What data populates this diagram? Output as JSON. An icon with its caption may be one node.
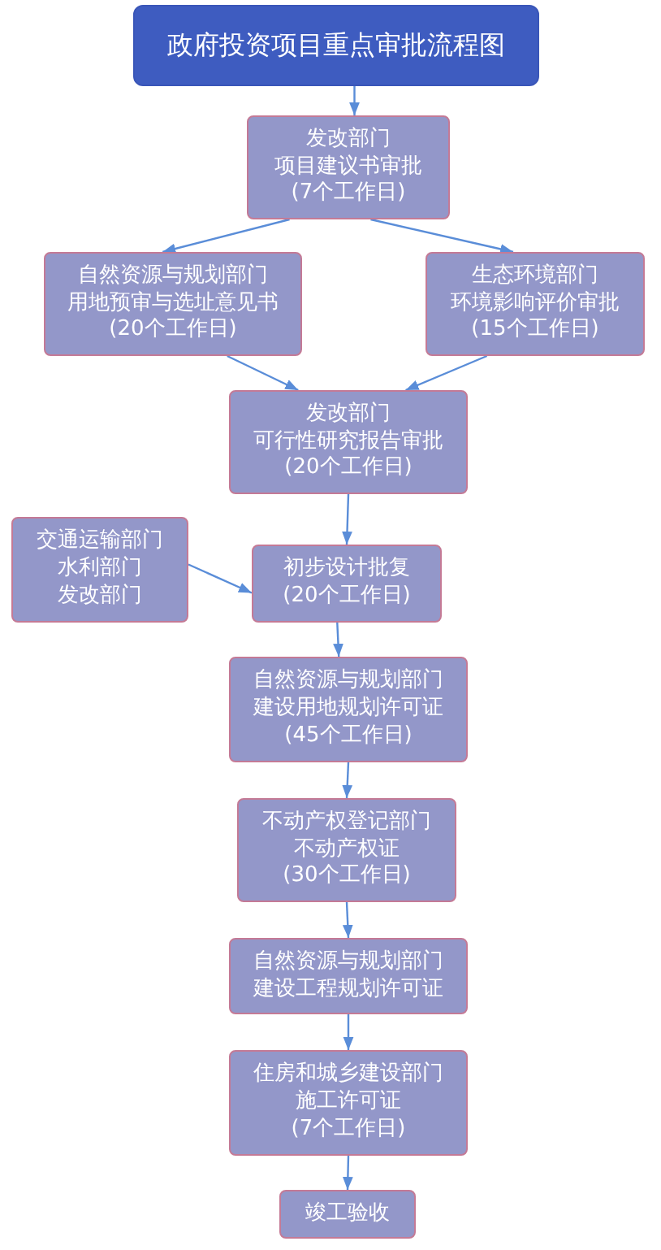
{
  "diagram": {
    "nodes": [
      {
        "text": [
          "政府投资项目重点审批流程图"
        ]
      },
      {
        "text": [
          "发改部门",
          "项目建议书审批",
          "(7个工作日)"
        ]
      },
      {
        "text": [
          "自然资源与规划部门",
          "用地预审与选址意见书",
          "(20个工作日)"
        ]
      },
      {
        "text": [
          "生态环境部门",
          "环境影响评价审批",
          "(15个工作日)"
        ]
      },
      {
        "text": [
          "发改部门",
          "可行性研究报告审批",
          "(20个工作日)"
        ]
      },
      {
        "text": [
          "交通运输部门",
          "水利部门",
          "发改部门"
        ]
      },
      {
        "text": [
          "初步设计批复",
          "(20个工作日)"
        ]
      },
      {
        "text": [
          "自然资源与规划部门",
          "建设用地规划许可证",
          "(45个工作日)"
        ]
      },
      {
        "text": [
          "不动产权登记部门",
          "不动产权证",
          "(30个工作日)"
        ]
      },
      {
        "text": [
          "自然资源与规划部门",
          "建设工程规划许可证"
        ]
      },
      {
        "text": [
          "住房和城乡建设部门",
          "施工许可证",
          "(7个工作日)"
        ]
      },
      {
        "text": [
          "竣工验收"
        ]
      }
    ],
    "edges": [
      {
        "from": 0,
        "to": 1,
        "arrow": "to"
      },
      {
        "from": 1,
        "to": 2,
        "arrow": "to"
      },
      {
        "from": 1,
        "to": 3,
        "arrow": "to"
      },
      {
        "from": 2,
        "to": 4,
        "arrow": "to"
      },
      {
        "from": 3,
        "to": 4,
        "arrow": "to"
      },
      {
        "from": 4,
        "to": 6,
        "arrow": "to"
      },
      {
        "from": 5,
        "to": 6,
        "arrow": "to"
      },
      {
        "from": 6,
        "to": 7,
        "arrow": "to"
      },
      {
        "from": 7,
        "to": 8,
        "arrow": "to"
      },
      {
        "from": 8,
        "to": 9,
        "arrow": "to"
      },
      {
        "from": 9,
        "to": 10,
        "arrow": "to"
      },
      {
        "from": 10,
        "to": 11,
        "arrow": "to"
      }
    ]
  }
}
